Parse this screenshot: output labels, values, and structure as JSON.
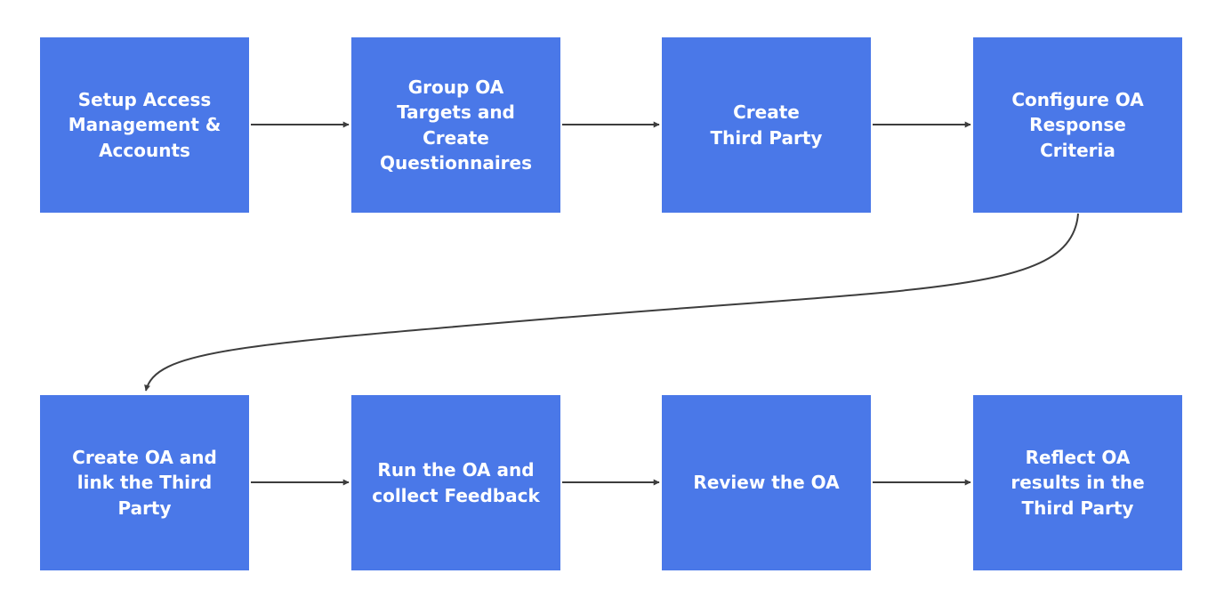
{
  "steps": [
    {
      "label": "Setup Access\nManagement &\nAccounts"
    },
    {
      "label": "Group OA\nTargets and\nCreate\nQuestionnaires"
    },
    {
      "label": "Create\nThird Party"
    },
    {
      "label": "Configure OA\nResponse\nCriteria"
    },
    {
      "label": "Create OA and\nlink the Third\nParty"
    },
    {
      "label": "Run the OA and\ncollect Feedback"
    },
    {
      "label": "Review the OA"
    },
    {
      "label": "Reflect OA\nresults in the\nThird Party"
    }
  ],
  "colors": {
    "box_fill": "#4a78e8",
    "box_text": "#ffffff",
    "connector": "#3d3d3d"
  }
}
